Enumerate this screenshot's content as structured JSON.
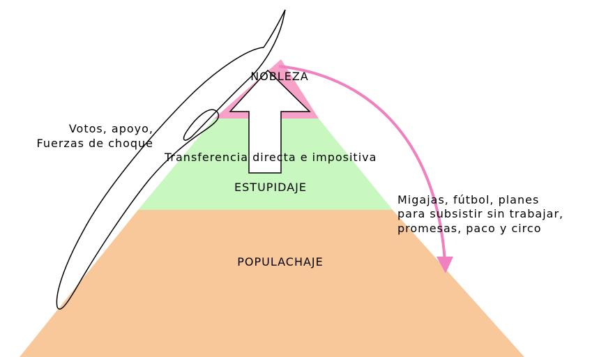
{
  "colors": {
    "nobleza": "#f7a0c8",
    "estupidaje": "#c8f7c0",
    "populachaje": "#f8c89a",
    "arrow_fill": "#ffffff",
    "arrow_stroke": "#000000",
    "curve_arrow": "#f080c0",
    "outline": "#000000"
  },
  "tiers": {
    "top": "NOBLEZA",
    "middle": "ESTUPIDAJE",
    "bottom": "POPULACHAJE"
  },
  "labels": {
    "left_line1": "Votos, apoyo,",
    "left_line2": "Fuerzas de choque",
    "transfer": "Transferencia directa e impositiva",
    "right_line1": "Migajas, fútbol, planes",
    "right_line2": "para subsistir sin trabajar,",
    "right_line3": "promesas, paco y circo"
  },
  "icons": {
    "up_arrow": "block-up-arrow",
    "curved_arrow": "curved-down-arrow",
    "hand_drawn_loop": "freehand-loop"
  }
}
